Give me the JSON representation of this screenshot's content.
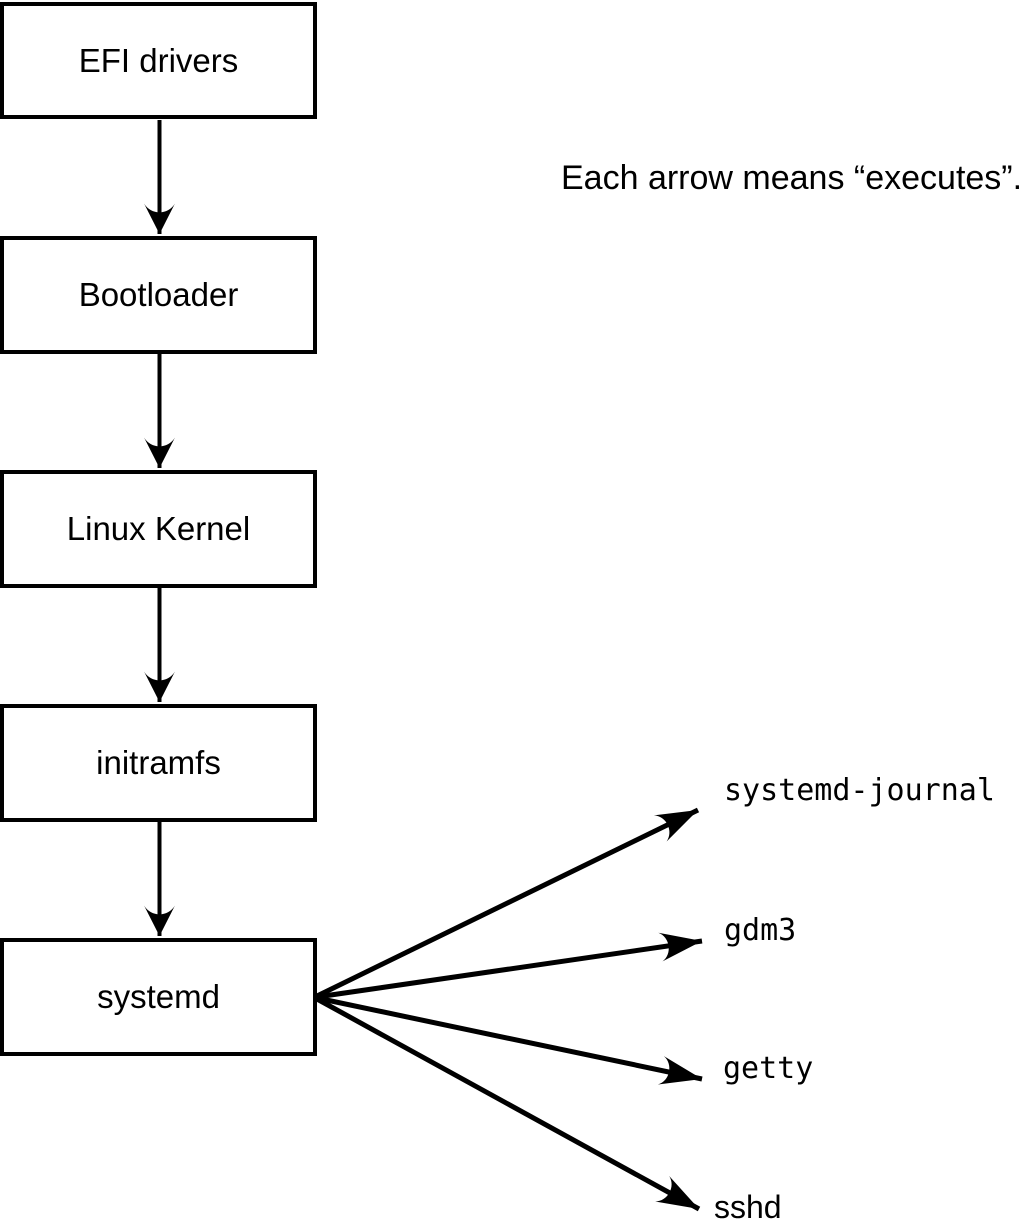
{
  "diagram": {
    "annotation": "Each arrow means “executes”.",
    "nodes": [
      {
        "id": "efi-drivers",
        "label": "EFI drivers"
      },
      {
        "id": "bootloader",
        "label": "Bootloader"
      },
      {
        "id": "linux-kernel",
        "label": "Linux Kernel"
      },
      {
        "id": "initramfs",
        "label": "initramfs"
      },
      {
        "id": "systemd",
        "label": "systemd"
      }
    ],
    "spawned_processes": [
      {
        "id": "systemd-journal",
        "label": "systemd-journal"
      },
      {
        "id": "gdm3",
        "label": "gdm3"
      },
      {
        "id": "getty",
        "label": "getty"
      },
      {
        "id": "sshd",
        "label": "sshd"
      }
    ],
    "edges": [
      {
        "from": "efi-drivers",
        "to": "bootloader",
        "meaning": "executes"
      },
      {
        "from": "bootloader",
        "to": "linux-kernel",
        "meaning": "executes"
      },
      {
        "from": "linux-kernel",
        "to": "initramfs",
        "meaning": "executes"
      },
      {
        "from": "initramfs",
        "to": "systemd",
        "meaning": "executes"
      },
      {
        "from": "systemd",
        "to": "systemd-journal",
        "meaning": "executes"
      },
      {
        "from": "systemd",
        "to": "gdm3",
        "meaning": "executes"
      },
      {
        "from": "systemd",
        "to": "getty",
        "meaning": "executes"
      },
      {
        "from": "systemd",
        "to": "sshd",
        "meaning": "executes"
      }
    ],
    "colors": {
      "stroke": "#000000",
      "node_fill": "#ffffff",
      "text": "#000000",
      "background": "#ffffff"
    }
  }
}
